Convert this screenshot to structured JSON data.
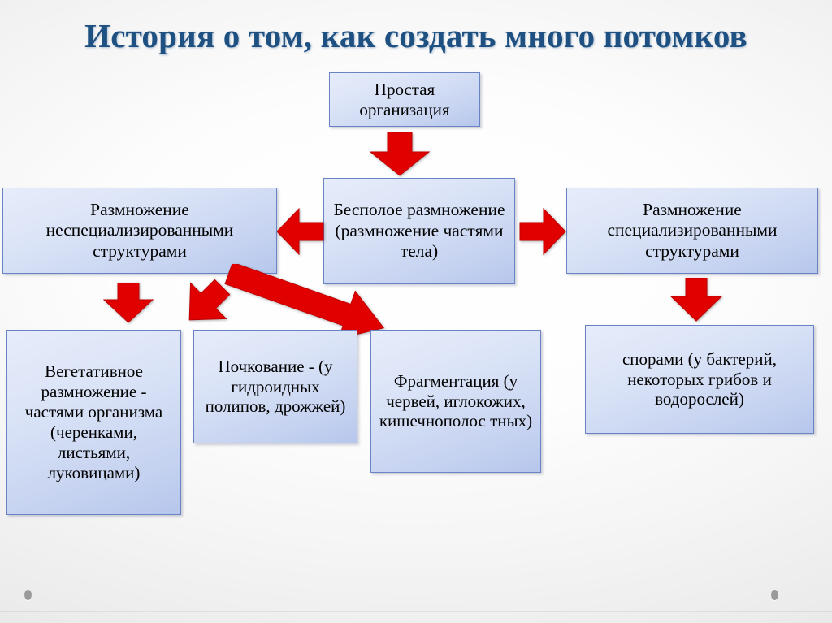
{
  "slide": {
    "title": "История о том, как создать много потомков",
    "title_color": "#1f5082",
    "background_color": "#f5f5f5",
    "arrow_color": "#e00000",
    "box_fill_color": "#c9d5f0",
    "box_border_color": "#6a83c4"
  },
  "boxes": {
    "simple_org": "Простая организация",
    "asexual": "Бесполое размножение (размножение частями тела)",
    "nonspecialized": "Размножение неспециализированными структурами",
    "specialized": "Размножение специализированными структурами",
    "vegetative": "Вегетативное размножение - частями организма (черенками, листьями, луковицами)",
    "budding": "Почкование - (у гидроидных полипов, дрожжей)",
    "fragmentation": "Фрагментация (у червей, иглокожих, кишечнополос тных)",
    "spores": "спорами (у бактерий, некоторых грибов и водорослей)"
  },
  "arrows": [
    {
      "name": "arrow-down-simple-to-asexual",
      "direction": "down"
    },
    {
      "name": "arrow-left-asexual-to-nonspecialized",
      "direction": "left"
    },
    {
      "name": "arrow-right-asexual-to-specialized",
      "direction": "right"
    },
    {
      "name": "arrow-down-nonspecialized-to-vegetative",
      "direction": "down"
    },
    {
      "name": "arrow-diagonal-nonspecialized-to-budding",
      "direction": "down-right"
    },
    {
      "name": "arrow-long-diagonal-nonspecialized-to-fragmentation",
      "direction": "down-right"
    },
    {
      "name": "arrow-down-specialized-to-spores",
      "direction": "down"
    }
  ],
  "decorations": {
    "dot_left": "",
    "dot_right": ""
  }
}
